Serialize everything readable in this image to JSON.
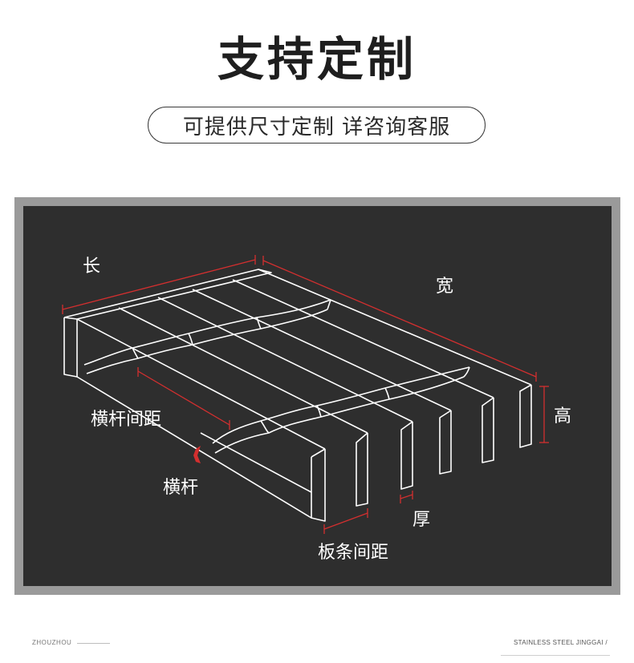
{
  "header": {
    "title": "支持定制",
    "subtitle": "可提供尺寸定制 详咨询客服"
  },
  "diagram": {
    "labels": {
      "length": "长",
      "width": "宽",
      "height": "高",
      "crossbar_spacing": "横杆间距",
      "crossbar": "横杆",
      "thickness": "厚",
      "bar_spacing": "板条间距"
    },
    "colors": {
      "background": "#2e2e2e",
      "frame": "#9a9a9a",
      "line": "#ffffff",
      "dimension": "#d32f2f"
    }
  },
  "footer": {
    "left": "ZHOUZHOU",
    "right": "STAINLESS STEEL JINGGAI /"
  }
}
